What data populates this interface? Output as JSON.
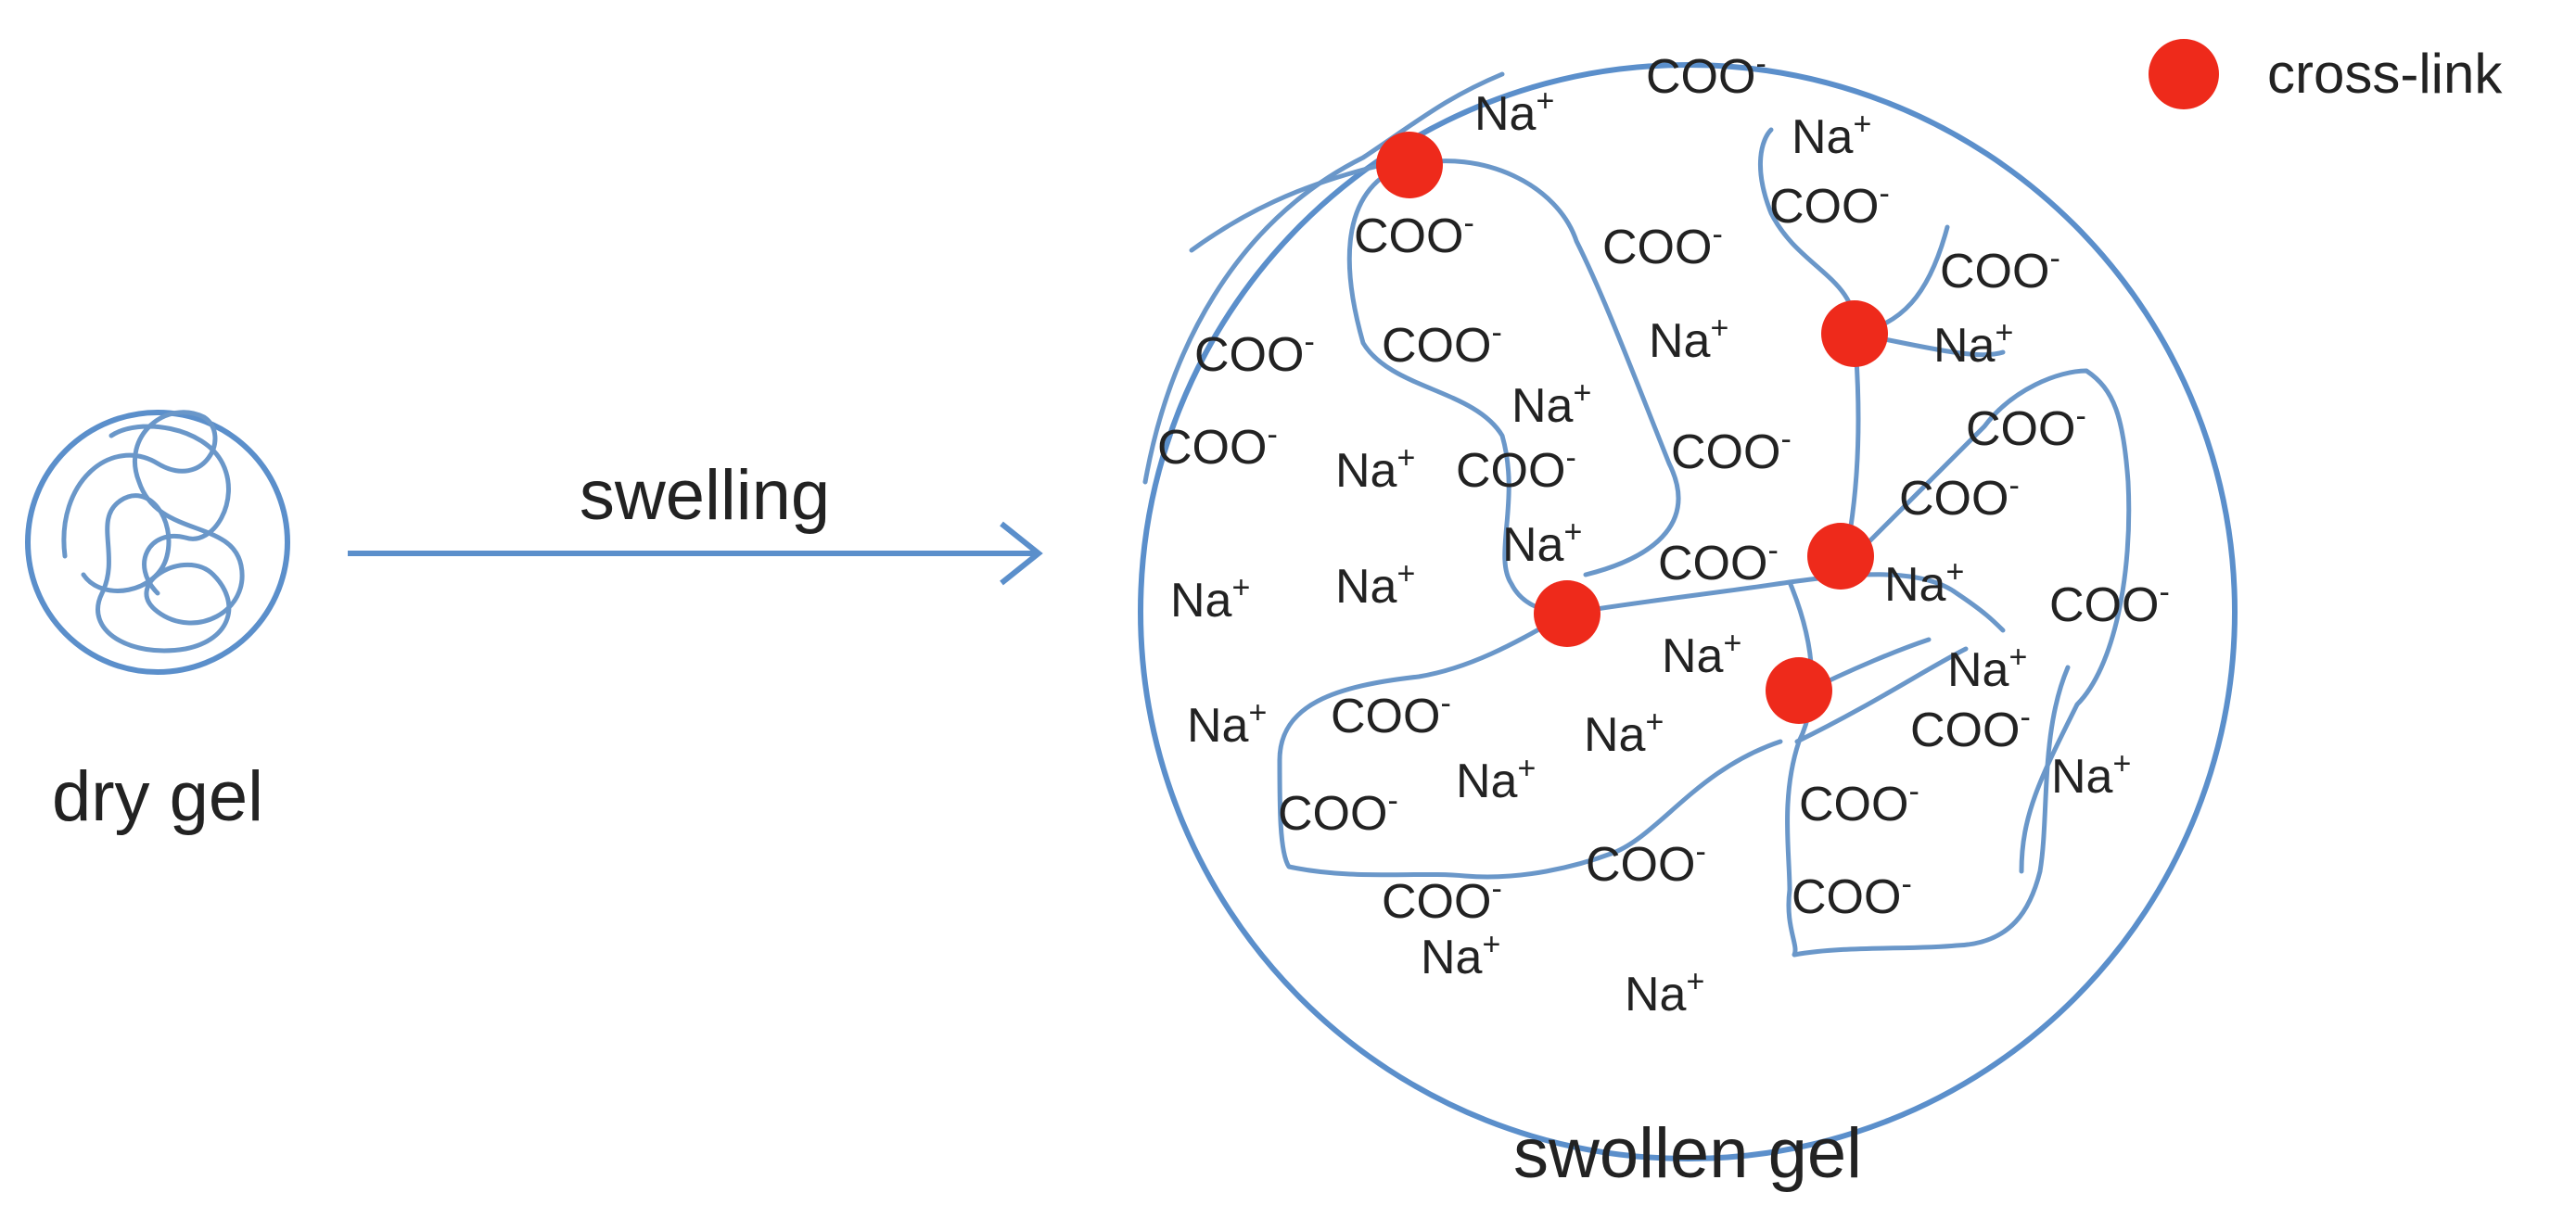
{
  "labels": {
    "dry_gel": "dry gel",
    "swelling": "swelling",
    "swollen_gel": "swollen gel"
  },
  "legend": {
    "cross_link": "cross-link"
  },
  "ions": {
    "carboxylate_base": "COO",
    "carboxylate_charge": "-",
    "sodium_base": "Na",
    "sodium_charge": "+"
  },
  "colors": {
    "outline": "#5b8fcb",
    "chain": "#6a97c9",
    "cross_link": "#ee2a1b",
    "text": "#222222"
  }
}
